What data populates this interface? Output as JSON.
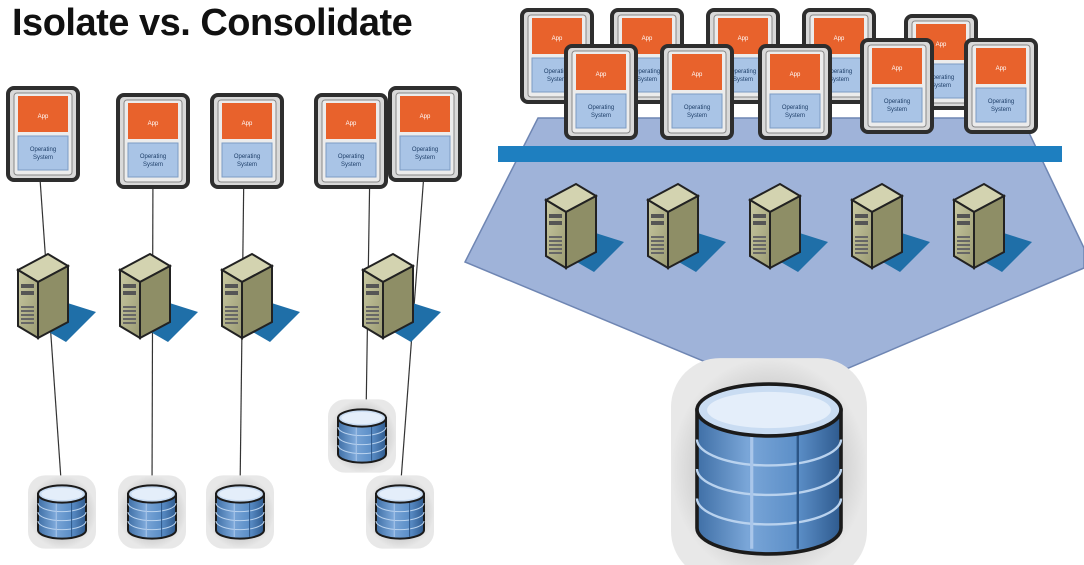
{
  "title": "Isolate vs. Consolidate",
  "vm": {
    "app_label": "App",
    "os_line1": "Operating",
    "os_line2": "System"
  },
  "colors": {
    "app_orange": "#e8622c",
    "os_blue": "#a9c4e6",
    "vm_frame": "#2e2e2e",
    "vm_bg": "#d9d9d9",
    "server_tan": "#b4b48c",
    "server_shadow": "#1f6fa8",
    "storage_blue": "#5b8ec7",
    "funnel_blue": "#9fb3d9",
    "bus_blue": "#1e7fc0"
  },
  "icons": [
    "virtual-machine-icon",
    "server-tower-icon",
    "database-cylinder-icon",
    "network-bus-icon"
  ]
}
